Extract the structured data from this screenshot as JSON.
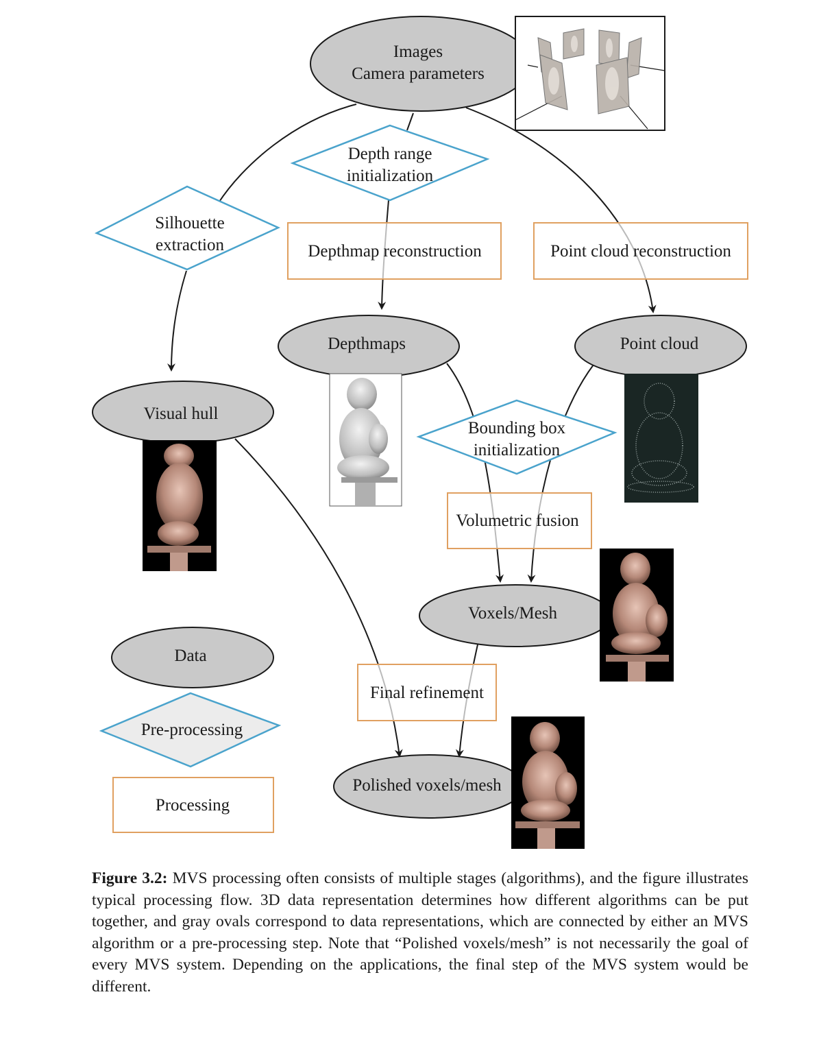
{
  "diagram": {
    "data_nodes": {
      "images": [
        "Images",
        "Camera parameters"
      ],
      "depthmaps": "Depthmaps",
      "point_cloud": "Point cloud",
      "visual_hull": "Visual hull",
      "voxels_mesh": "Voxels/Mesh",
      "polished": "Polished voxels/mesh"
    },
    "preprocessing_nodes": {
      "depth_range": [
        "Depth range",
        "initialization"
      ],
      "silhouette": [
        "Silhouette",
        "extraction"
      ],
      "bounding_box": [
        "Bounding box",
        "initialization"
      ]
    },
    "processing_nodes": {
      "depthmap_reconstruction": "Depthmap reconstruction",
      "point_cloud_reconstruction": "Point cloud reconstruction",
      "volumetric_fusion": "Volumetric fusion",
      "final_refinement": "Final refinement"
    },
    "legend": {
      "data": "Data",
      "preprocessing": "Pre-processing",
      "processing": "Processing"
    },
    "colors": {
      "data_fill": "#c9c9c9",
      "preprocessing_stroke": "#4aa3cc",
      "processing_stroke": "#e0a060",
      "arrow": "#1a1a1a"
    }
  },
  "caption": {
    "label": "Figure 3.2:",
    "text": "MVS processing often consists of multiple stages (algorithms), and the figure illustrates typical processing flow. 3D data representation determines how different algorithms can be put together, and gray ovals correspond to data representations, which are connected by either an MVS algorithm or a pre-processing step. Note that “Polished voxels/mesh” is not necessarily the goal of every MVS system. Depending on the applications, the final step of the MVS system would be different."
  }
}
